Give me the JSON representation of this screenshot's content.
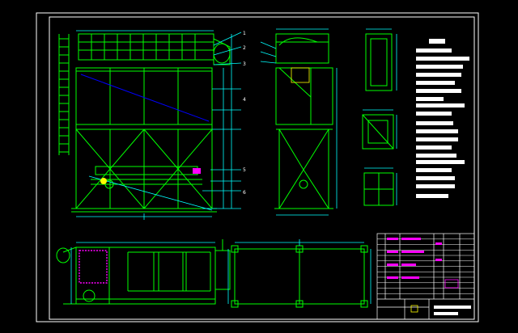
{
  "colors": {
    "background": "#000000",
    "frame": "#ffffff",
    "structure": "#00ff00",
    "dimension": "#00ffff",
    "highlight": "#ff00ff",
    "accent": "#ffff00",
    "diagonal": "#0000ff",
    "note_block": "#ffffff"
  },
  "labels": {
    "plan_title": "",
    "detail_title_1": "",
    "detail_title_2": "",
    "detail_title_3": "",
    "notes_title": ""
  },
  "callouts": [
    "1",
    "2",
    "3",
    "4",
    "5",
    "6"
  ],
  "title_block_rows": 12
}
